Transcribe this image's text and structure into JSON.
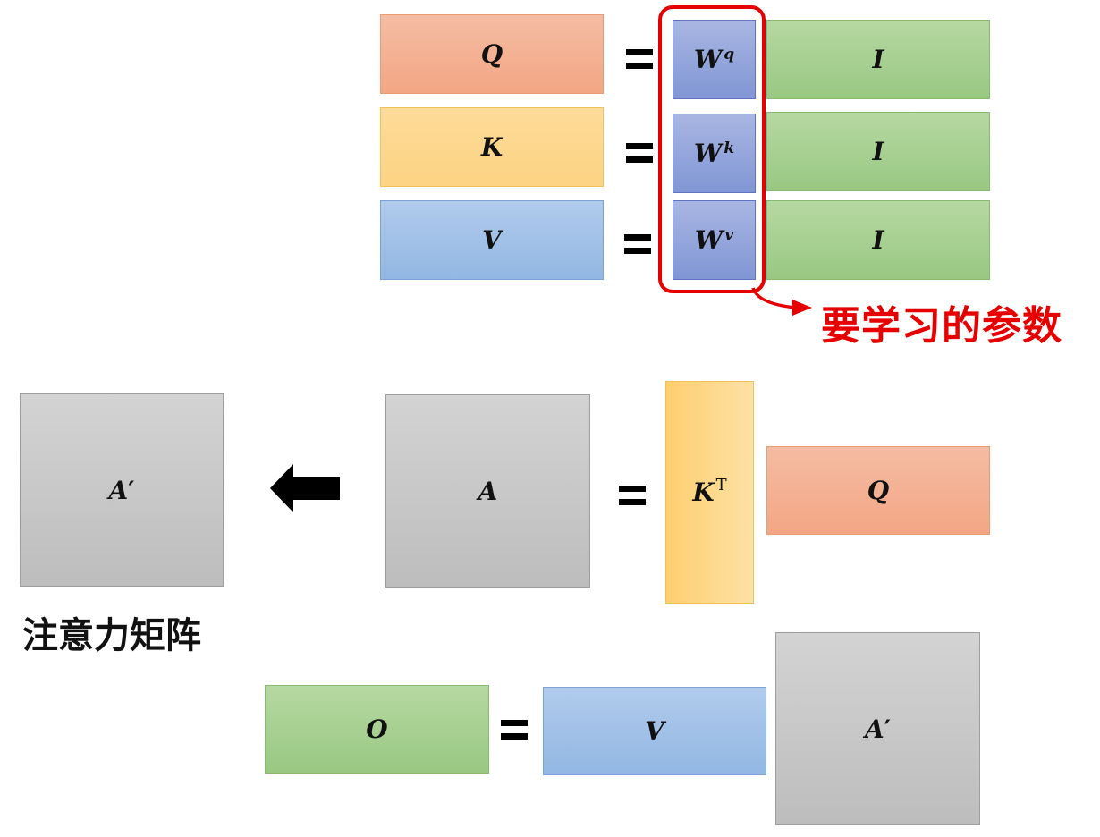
{
  "row_q": {
    "q": "Q",
    "w_base": "W",
    "w_sup": "q",
    "i": "I"
  },
  "row_k": {
    "k": "K",
    "w_base": "W",
    "w_sup": "k",
    "i": "I"
  },
  "row_v": {
    "v": "V",
    "w_base": "W",
    "w_sup": "v",
    "i": "I"
  },
  "params_label": "要学习的参数",
  "attention": {
    "a_prime": "A",
    "prime_mark": "′",
    "a": "A",
    "kt_base": "K",
    "kt_sup": "T",
    "q": "Q",
    "label": "注意力矩阵"
  },
  "output": {
    "o": "O",
    "v": "V",
    "a_prime": "A",
    "prime_mark": "′"
  },
  "colors": {
    "highlight": "#e60000",
    "q": "#f3a684",
    "k": "#fdd384",
    "v": "#92b7e3",
    "w": "#8096d4",
    "i": "#99c882",
    "a": "#bdbdbd"
  }
}
